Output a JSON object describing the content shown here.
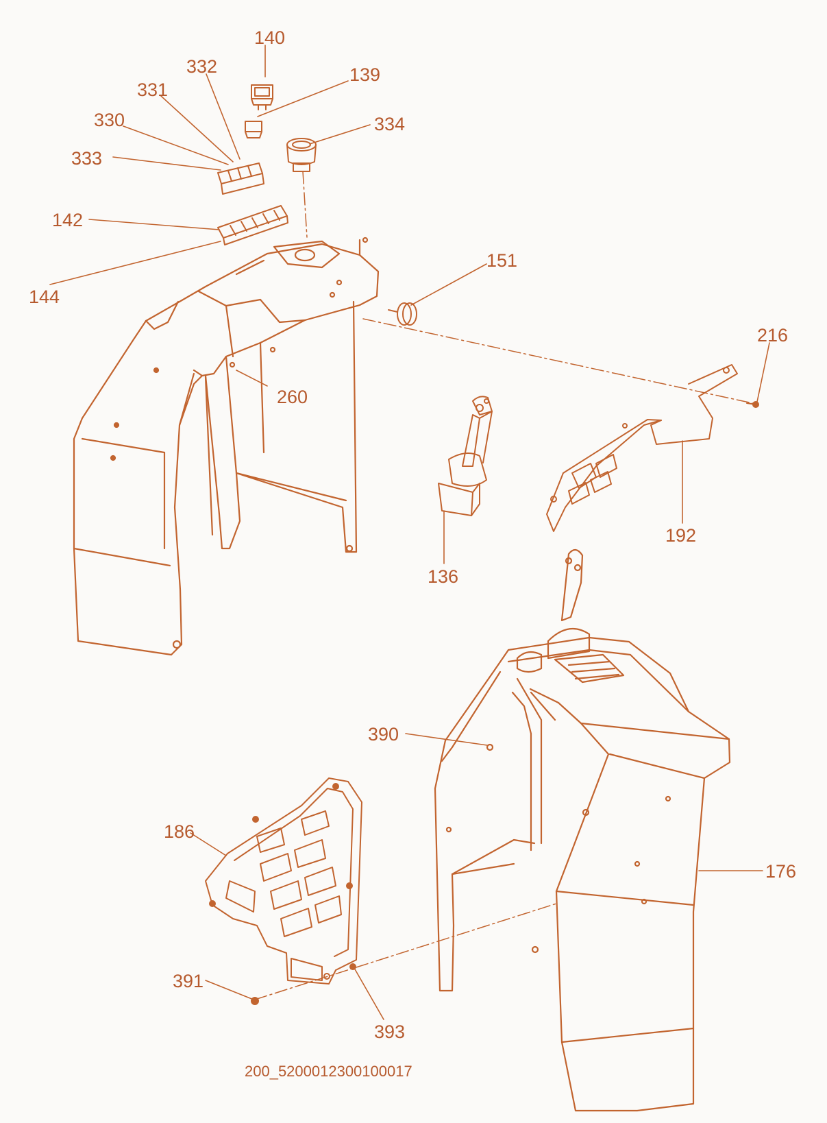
{
  "diagram": {
    "line_color": "#c2642f",
    "callouts": [
      {
        "id": "140",
        "text": "140"
      },
      {
        "id": "332",
        "text": "332"
      },
      {
        "id": "139",
        "text": "139"
      },
      {
        "id": "331",
        "text": "331"
      },
      {
        "id": "330",
        "text": "330"
      },
      {
        "id": "334",
        "text": "334"
      },
      {
        "id": "333",
        "text": "333"
      },
      {
        "id": "142",
        "text": "142"
      },
      {
        "id": "144",
        "text": "144"
      },
      {
        "id": "151",
        "text": "151"
      },
      {
        "id": "216",
        "text": "216"
      },
      {
        "id": "260",
        "text": "260"
      },
      {
        "id": "192",
        "text": "192"
      },
      {
        "id": "136",
        "text": "136"
      },
      {
        "id": "390",
        "text": "390"
      },
      {
        "id": "186",
        "text": "186"
      },
      {
        "id": "176",
        "text": "176"
      },
      {
        "id": "391",
        "text": "391"
      },
      {
        "id": "393",
        "text": "393"
      }
    ],
    "document_code": "200_5200012300100017"
  }
}
